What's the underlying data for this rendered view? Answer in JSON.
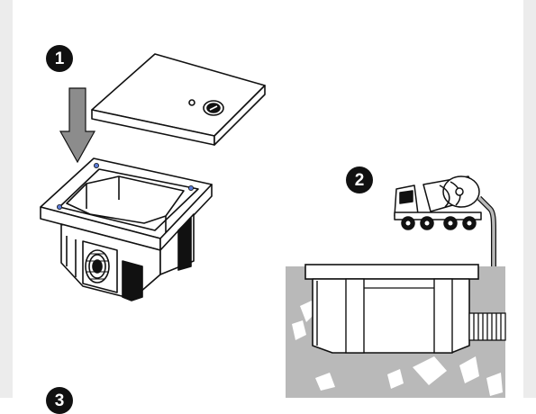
{
  "steps": [
    {
      "number": "1"
    },
    {
      "number": "2"
    },
    {
      "number": "3"
    }
  ],
  "colors": {
    "ink": "#111111",
    "arrow_gray": "#8c8c8c",
    "ground_gray": "#b9b9b9",
    "stone_white": "#ffffff",
    "background": "#ffffff",
    "rail_gray": "#ececec"
  },
  "icons": [
    "down-arrow-icon",
    "concrete-mixer-truck-icon",
    "corrugated-drain-pipe-icon",
    "padlock-keyhole-icon"
  ]
}
